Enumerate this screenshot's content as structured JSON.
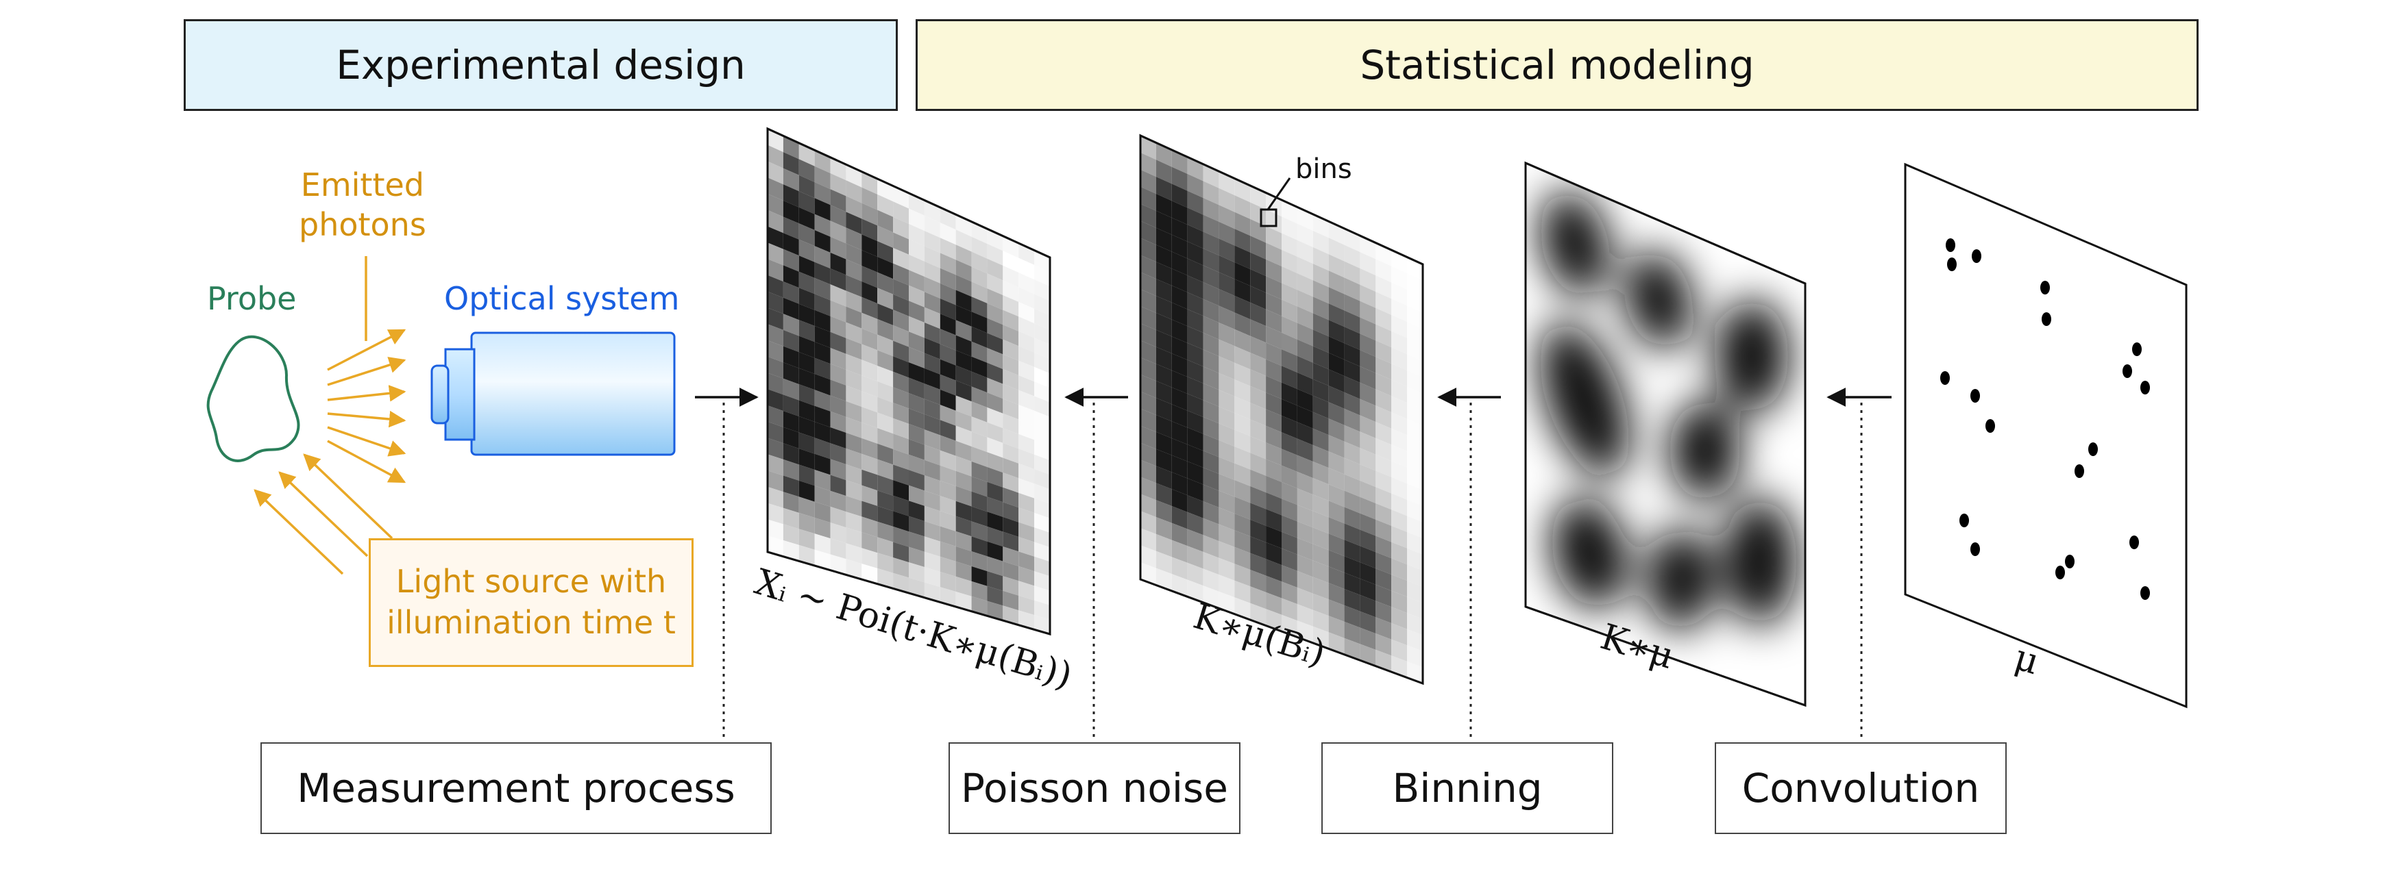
{
  "headers": {
    "experimental_design": "Experimental design",
    "statistical_modeling": "Statistical modeling"
  },
  "labels": {
    "emitted_photons": [
      "Emitted",
      "photons"
    ],
    "probe": "Probe",
    "optical_system": "Optical system",
    "light_source": [
      "Light source with",
      "illumination time t"
    ],
    "bins": "bins"
  },
  "panel_formulas": {
    "observed": "Xᵢ ∼ Poi(t·K∗μ(Bᵢ))",
    "binned": "K∗μ(Bᵢ)",
    "convolved": "K∗μ",
    "ground_truth": "μ"
  },
  "process_boxes": {
    "measurement": "Measurement process",
    "poisson": "Poisson noise",
    "binning": "Binning",
    "convolution": "Convolution"
  },
  "colors": {
    "experimental_header_bg": "#e2f3fb",
    "statistical_header_bg": "#fbf8d9",
    "photon_arrows": "#e9a826",
    "probe": "#2a7f5a",
    "optical_system": "#1a5fe0"
  },
  "icons": [
    "probe-blob",
    "objective-lens",
    "arrow-left",
    "dotted-connector"
  ]
}
